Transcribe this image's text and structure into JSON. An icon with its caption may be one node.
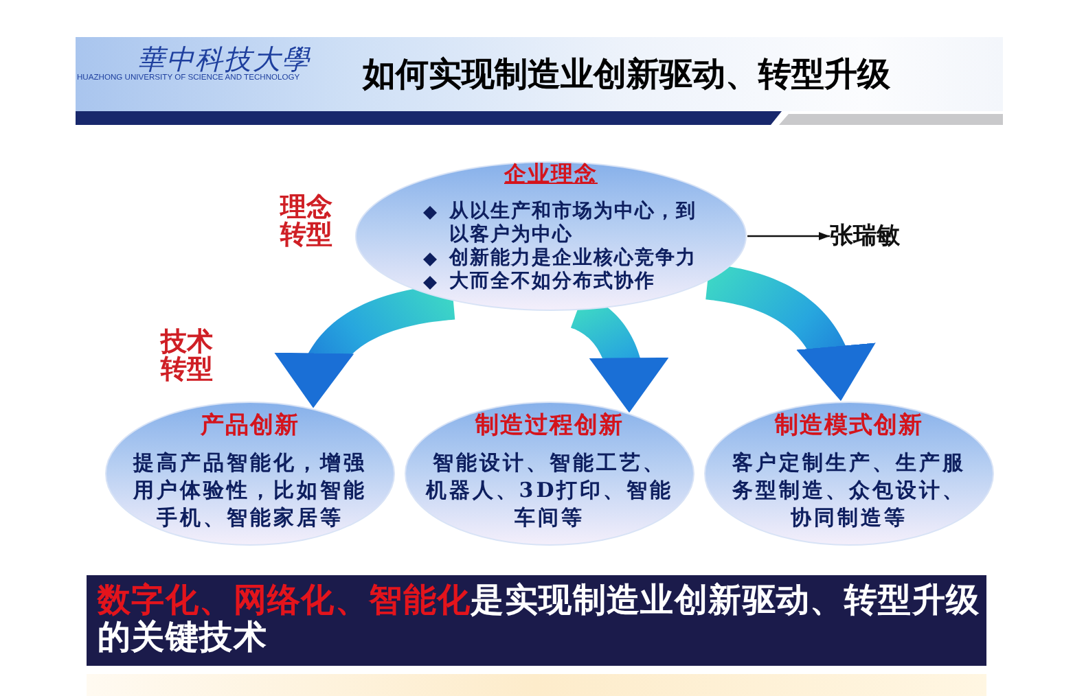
{
  "diagram": {
    "title": "如何实现制造业创新驱动、转型升级",
    "nodes": [
      {
        "text": [
          "企业理念",
          "从以生产和市场为中心，到以客户为中心",
          "创新能力是企业核心竞争力",
          "大而全不如分布式协作"
        ]
      },
      {
        "text": [
          "张瑞敏"
        ]
      },
      {
        "text": [
          "产品创新",
          "提高产品智能化，增强用户体验性，比如智能手机、智能家居等"
        ]
      },
      {
        "text": [
          "制造过程创新",
          "智能设计、智能工艺、机器人、3D打印、智能车间等"
        ]
      },
      {
        "text": [
          "制造模式创新",
          "客户定制生产、生产服务型制造、众包设计、协同制造等"
        ]
      },
      {
        "text": [
          "**数字化、网络化、智能化**是实现制造业创新驱动、转型升级的关键技术"
        ]
      }
    ],
    "edges": [
      {
        "from": 0,
        "to": 1,
        "arrow": "to"
      },
      {
        "from": 0,
        "to": 2,
        "arrow": "to",
        "style": "thick"
      },
      {
        "from": 0,
        "to": 3,
        "arrow": "to",
        "style": "thick"
      },
      {
        "from": 0,
        "to": 4,
        "arrow": "to",
        "style": "thick"
      }
    ],
    "labels": [
      "華中科技大學",
      "HUAZHONG UNIVERSITY OF SCIENCE AND TECHNOLOGY",
      "理念转型",
      "技术转型"
    ]
  }
}
